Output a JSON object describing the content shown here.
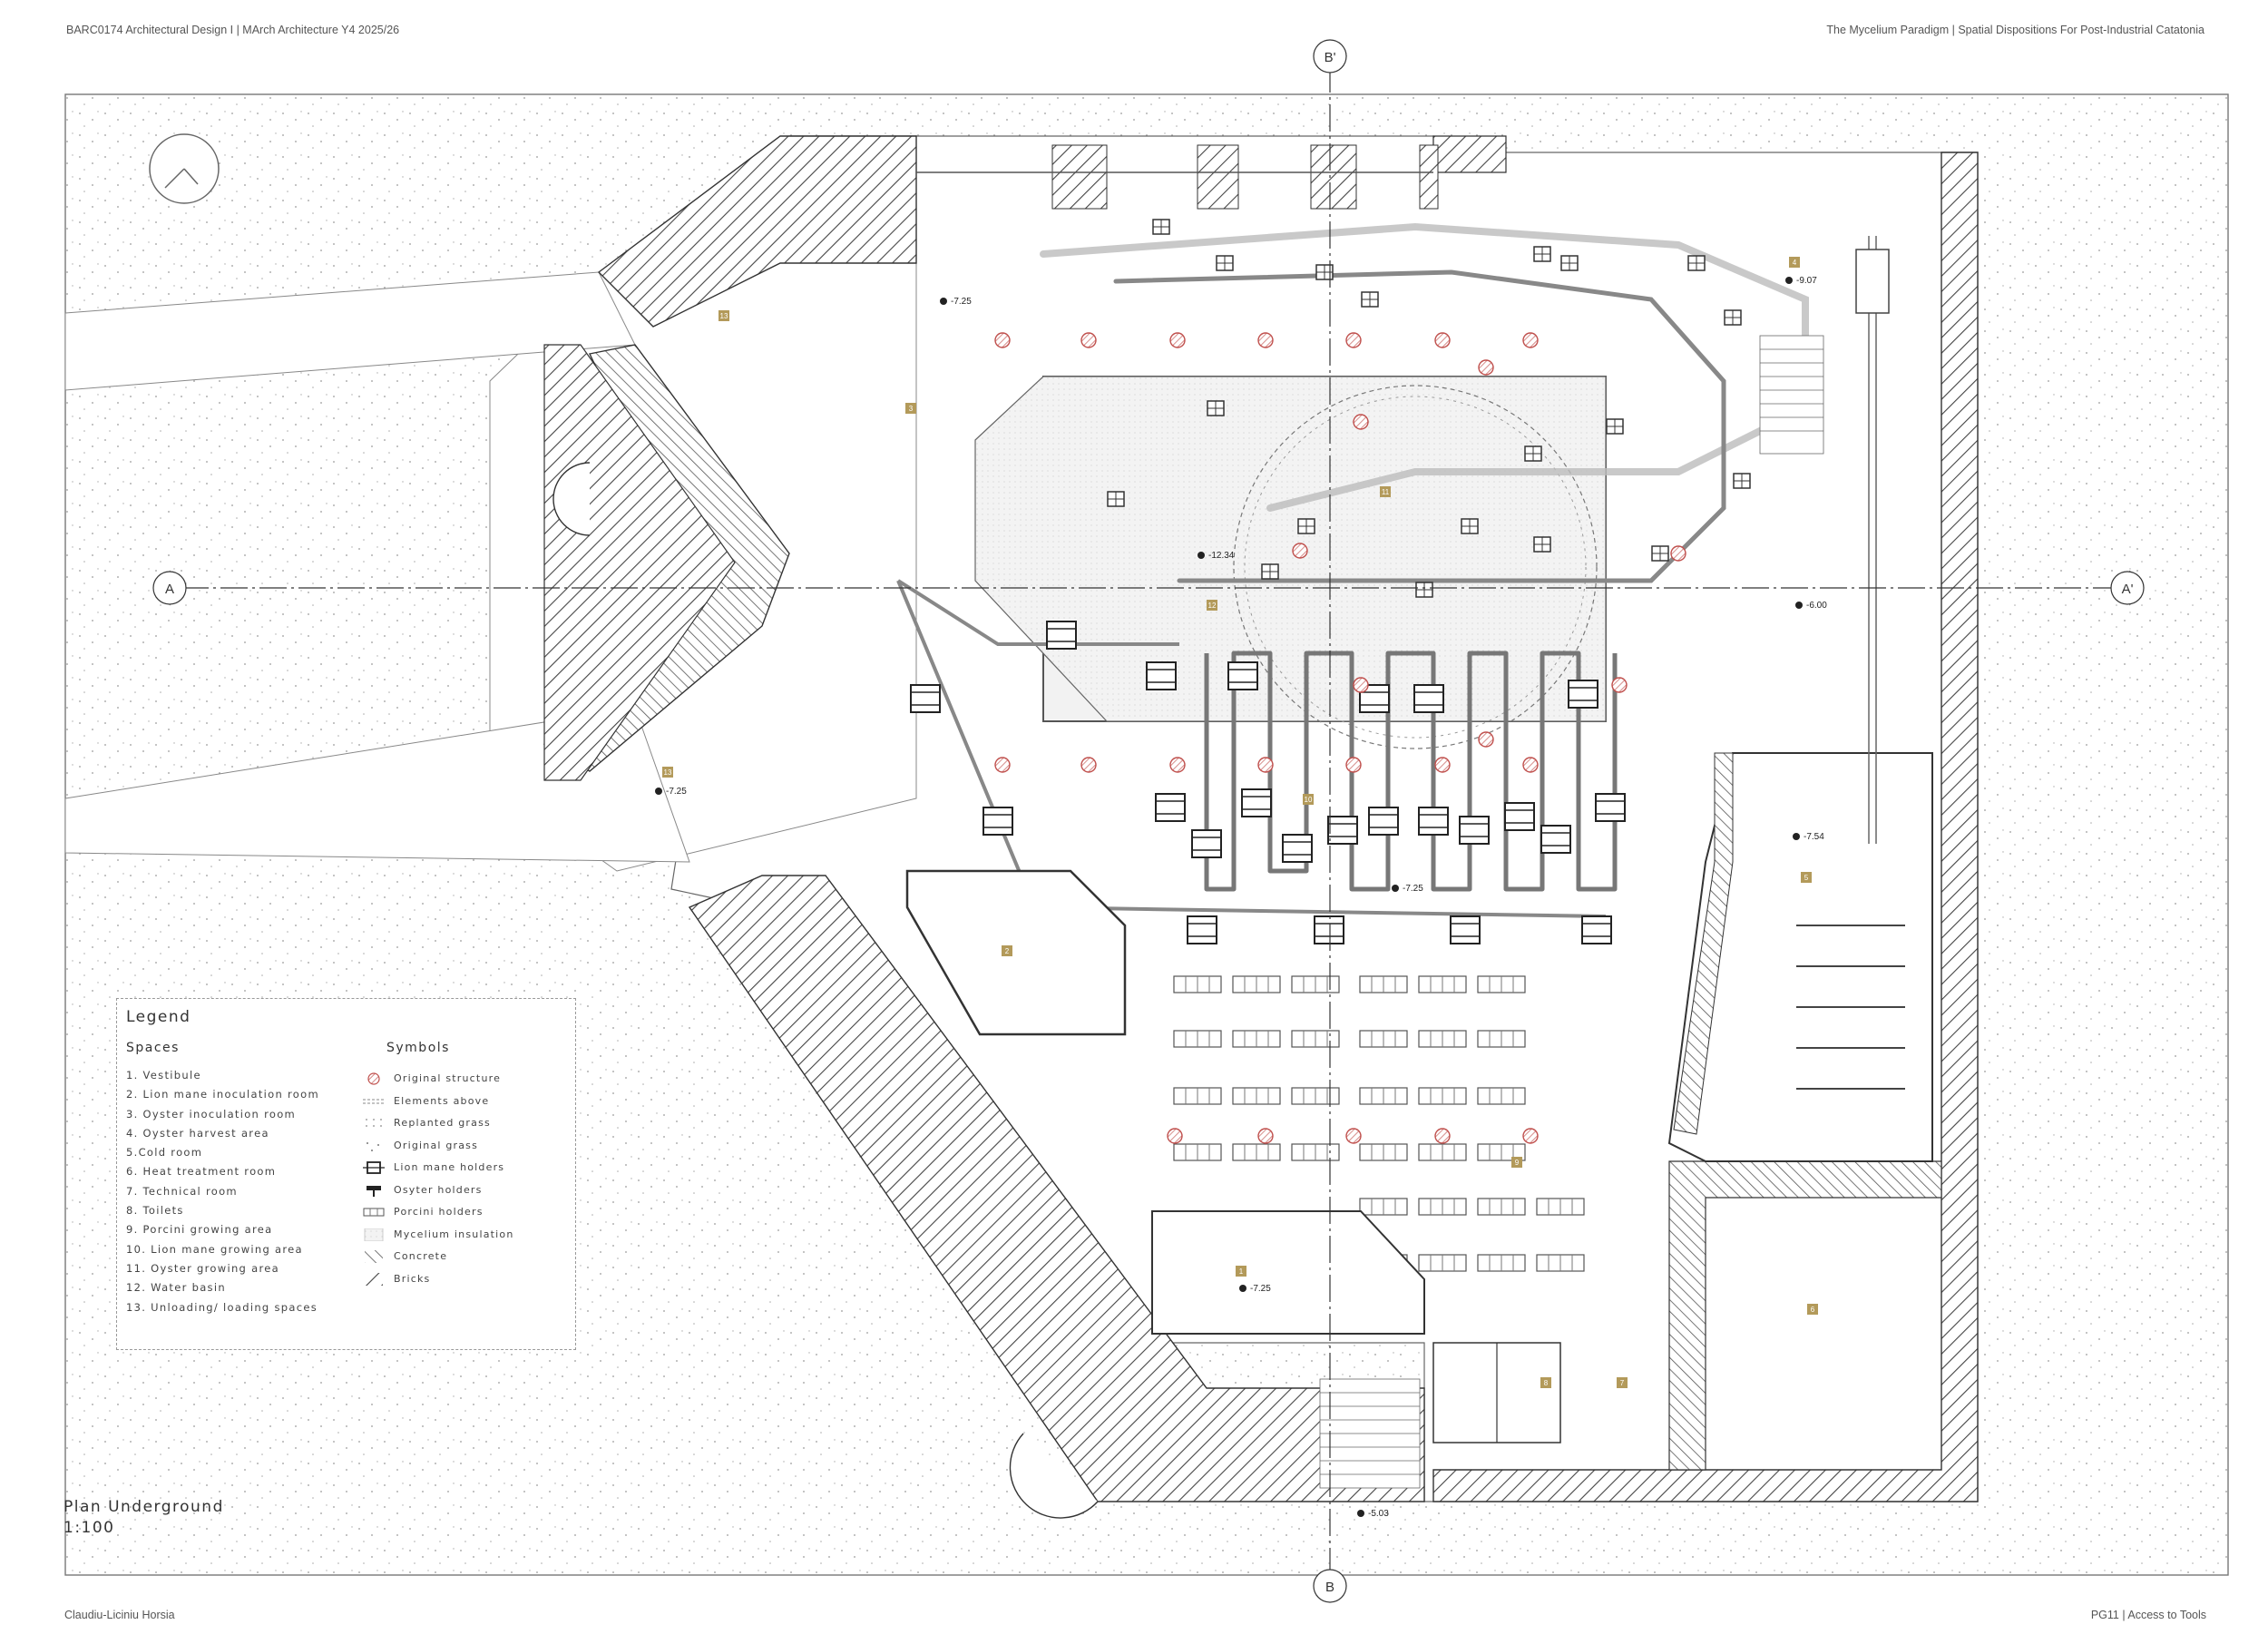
{
  "header": {
    "left": "BARC0174 Architectural Design I | MArch Architecture Y4 2025/26",
    "right": "The Mycelium Paradigm |  Spatial Dispositions For Post-Industrial Catatonia"
  },
  "footer": {
    "left": "Claudiu-Liciniu Horsia",
    "right": "PG11 | Access to Tools"
  },
  "plan": {
    "title": "Plan Underground",
    "scale": "1:100"
  },
  "section_markers": {
    "a_left": "A",
    "a_right": "A'",
    "b_top": "B'",
    "b_bottom": "B"
  },
  "levels": [
    "-7.25",
    "-7.25",
    "-12.34",
    "-9.07",
    "-6.00",
    "-7.54",
    "-7.25",
    "-7.25",
    "-5.03"
  ],
  "room_tags": [
    "13",
    "3",
    "11",
    "12",
    "4",
    "13",
    "10",
    "2",
    "5",
    "9",
    "1",
    "6",
    "8",
    "7"
  ],
  "legend": {
    "title": "Legend",
    "spaces_heading": "Spaces",
    "symbols_heading": "Symbols",
    "spaces": [
      "1. Vestibule",
      "2. Lion mane inoculation room",
      "3. Oyster inoculation room",
      "4. Oyster harvest area",
      "5.Cold room",
      "6. Heat treatment room",
      "7. Technical room",
      "8. Toilets",
      "9. Porcini growing area",
      "10. Lion mane growing area",
      "11. Oyster growing area",
      "12. Water basin",
      "13. Unloading/ loading spaces"
    ],
    "symbols": [
      {
        "label": "Original structure",
        "icon": "hatched-circle"
      },
      {
        "label": "Elements above",
        "icon": "dashed-lines"
      },
      {
        "label": "Replanted grass",
        "icon": "dot-grid"
      },
      {
        "label": "Original grass",
        "icon": "sparse-dots"
      },
      {
        "label": "Lion mane holders",
        "icon": "box-holder"
      },
      {
        "label": "Osyter holders",
        "icon": "t-holder"
      },
      {
        "label": "Porcini holders",
        "icon": "tray-holder"
      },
      {
        "label": "Mycelium insulation",
        "icon": "fine-stipple"
      },
      {
        "label": "Concrete",
        "icon": "wide-hatch"
      },
      {
        "label": "Bricks",
        "icon": "dense-hatch"
      }
    ]
  },
  "colors": {
    "line": "#555555",
    "tag": "#b39a5a",
    "original_structure": "#c0504d",
    "hatch": "#444444"
  }
}
